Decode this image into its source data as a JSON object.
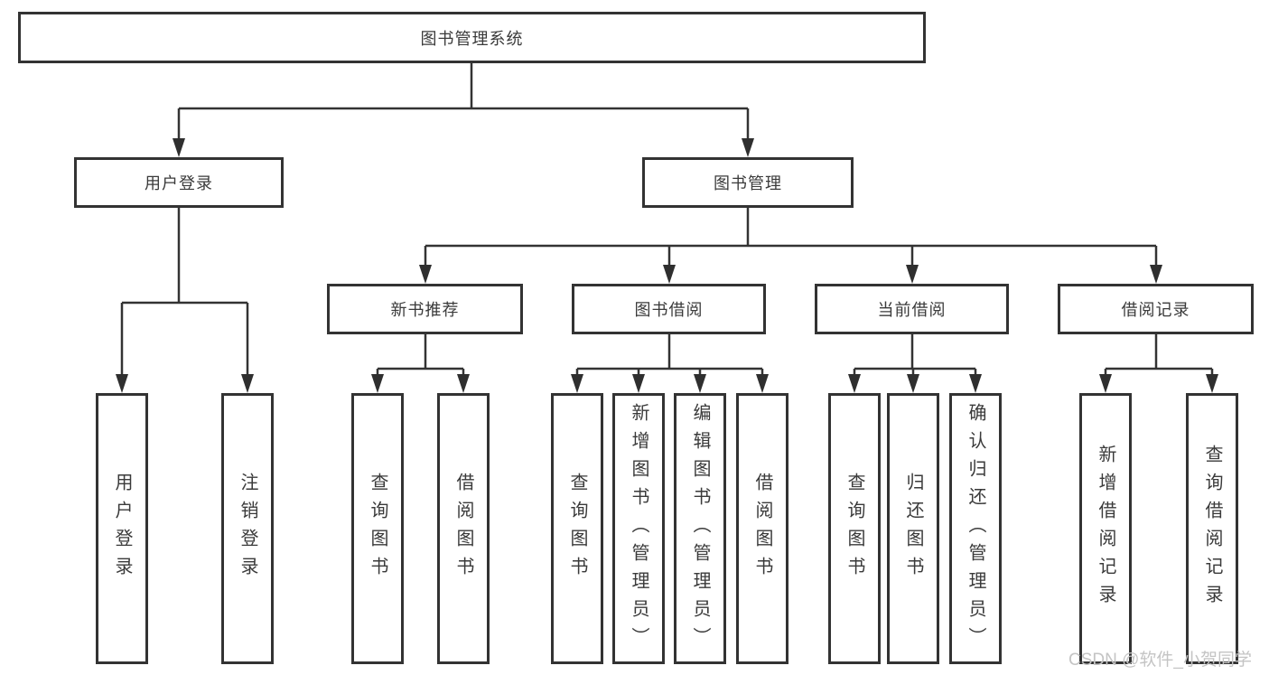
{
  "nodes": {
    "root": "图书管理系统",
    "user_login": "用户登录",
    "book_mgmt": "图书管理",
    "new_book": "新书推荐",
    "book_borrow": "图书借阅",
    "current_borrow": "当前借阅",
    "borrow_record": "借阅记录",
    "leaf_user_login": "用户登录",
    "leaf_logout": "注销登录",
    "leaf_nb_query": "查询图书",
    "leaf_nb_borrow": "借阅图书",
    "leaf_bb_query": "查询图书",
    "leaf_bb_add": "新增图书（管理员）",
    "leaf_bb_edit": "编辑图书（管理员）",
    "leaf_bb_borrow": "借阅图书",
    "leaf_cb_query": "查询图书",
    "leaf_cb_return": "归还图书",
    "leaf_cb_confirm": "确认归还（管理员）",
    "leaf_br_add": "新增借阅记录",
    "leaf_br_query": "查询借阅记录"
  },
  "watermark": "CSDN @软件_小贺同学",
  "colors": {
    "line": "#333333",
    "text": "#3a3a3a",
    "watermark": "#c4c4c4",
    "background": "#ffffff"
  }
}
